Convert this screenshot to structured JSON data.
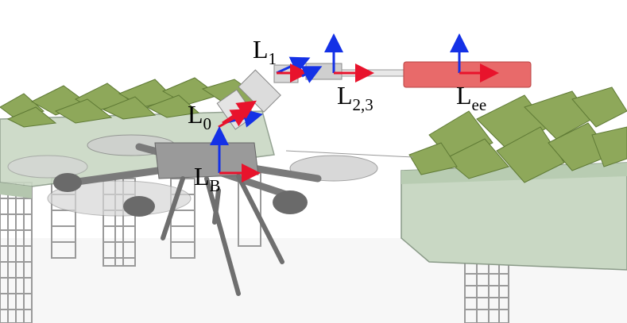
{
  "colors": {
    "x_axis": "#e8132c",
    "z_axis": "#1431e6",
    "canopy": "#8ea85a",
    "canopy_dark": "#5f7a35",
    "planter": "#c9d8c4",
    "planter_edge": "#8a9a88",
    "scaffold": "#9a9a9a",
    "drone": "#7a7a7a",
    "end_effector": "#e86a6a"
  },
  "labels": {
    "l1": {
      "main": "L",
      "sub": "1"
    },
    "l23": {
      "main": "L",
      "sub": "2,3"
    },
    "lee": {
      "main": "L",
      "sub": "ee"
    },
    "l0": {
      "main": "L",
      "sub": "0"
    },
    "lb": {
      "main": "L",
      "sub": "B"
    }
  }
}
